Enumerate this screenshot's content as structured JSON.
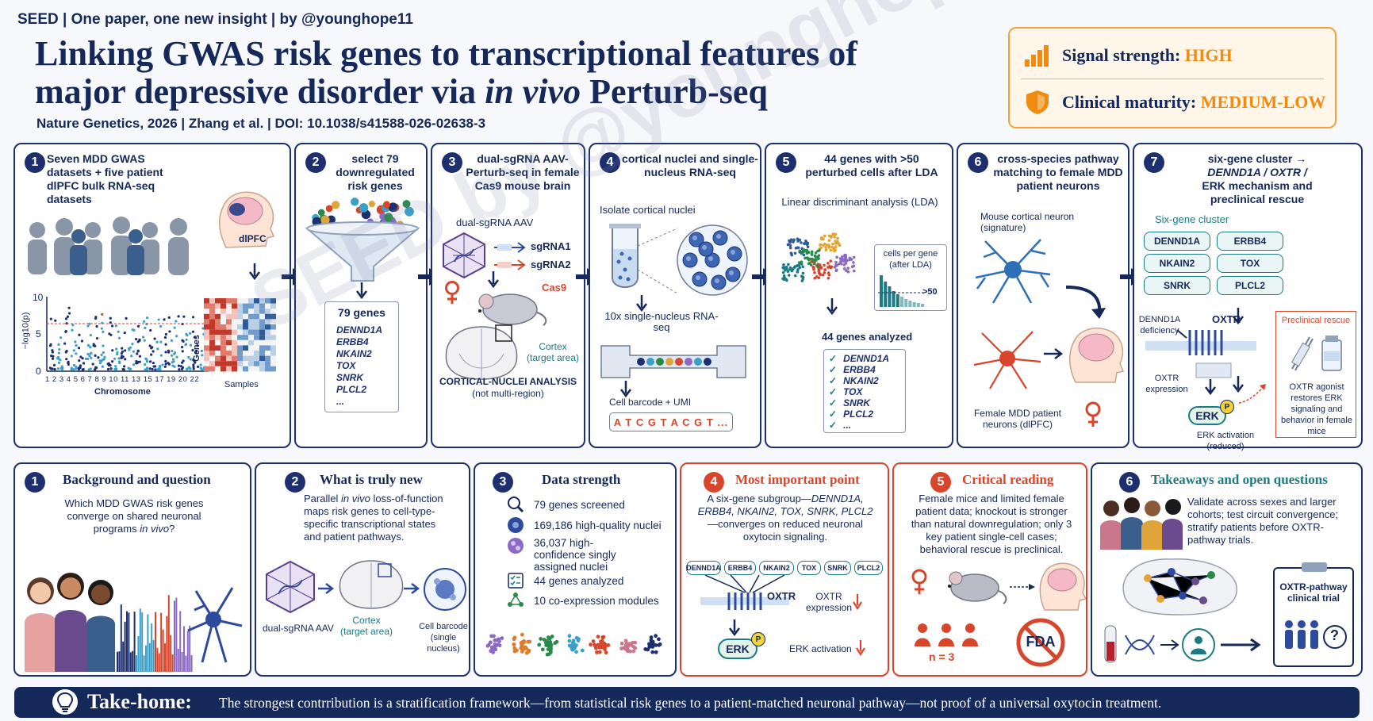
{
  "header": {
    "tag": "SEED | One paper, one new insight | by @younghope11",
    "title_line1": "Linking GWAS risk genes to transcriptional features of",
    "title_line2_pre": "major depressive disorder via ",
    "title_line2_ital": "in vivo",
    "title_line2_post": " Perturb-seq",
    "citation": "Nature Genetics, 2026  |  Zhang et al.  |  DOI: 10.1038/s41588-026-02638-3"
  },
  "signal": {
    "strength_label": "Signal strength: ",
    "strength_value": "HIGH",
    "maturity_label": "Clinical maturity: ",
    "maturity_value": "MEDIUM-LOW",
    "accent": "#f08a10"
  },
  "steps": [
    {
      "num": "1",
      "title": "Seven MDD GWAS datasets + five patient dlPFC bulk RNA-seq datasets",
      "labels": {
        "region": "dlPFC",
        "ylab": "−log10(p)",
        "xlab": "Chromosome",
        "genes": "Genes",
        "samples": "Samples",
        "y10": "10",
        "y5": "5",
        "y0": "0",
        "chroms": "1 2 3 4 5 6 7 8 9 10 11 13 15 17 19 20 22"
      }
    },
    {
      "num": "2",
      "title": "select 79 downregulated risk genes",
      "box_title": "79 genes",
      "genes": [
        "DENND1A",
        "ERBB4",
        "NKAIN2",
        "TOX",
        "SNRK",
        "PLCL2",
        "..."
      ]
    },
    {
      "num": "3",
      "title": "dual-sgRNA AAV-Perturb-seq in female Cas9 mouse brain",
      "aav": "dual-sgRNA AAV",
      "sg1": "sgRNA1",
      "sg2": "sgRNA2",
      "cas9": "Cas9",
      "cortex": "Cortex",
      "target": "(target area)",
      "analysis": "CORTICAL-NUCLEI ANALYSIS",
      "analysis_sub": "(not multi-region)"
    },
    {
      "num": "4",
      "title": "cortical nuclei and single-nucleus RNA-seq",
      "isolate": "Isolate cortical nuclei",
      "tenx": "10x single-nucleus RNA-seq",
      "barcode": "Cell barcode + UMI",
      "seq": "A T C G T A C G T ..."
    },
    {
      "num": "5",
      "title": "44 genes with >50 perturbed cells after LDA",
      "lda": "Linear discriminant analysis (LDA)",
      "cells": "cells per gene (after LDA)",
      "gt50": ">50",
      "analyzed": "44 genes analyzed",
      "genes": [
        "DENND1A",
        "ERBB4",
        "NKAIN2",
        "TOX",
        "SNRK",
        "PLCL2",
        "..."
      ]
    },
    {
      "num": "6",
      "title": "cross-species pathway matching to female MDD patient neurons",
      "mouse": "Mouse cortical neuron (signature)",
      "female": "Female MDD patient neurons (dlPFC)"
    },
    {
      "num": "7",
      "title_pre": "six-gene cluster →",
      "title_ital": "DENND1A / OXTR /",
      "title_post": "ERK mechanism and preclinical rescue",
      "cluster": "Six-gene cluster",
      "chips": [
        "DENND1A",
        "ERBB4",
        "NKAIN2",
        "TOX",
        "SNRK",
        "PLCL2"
      ],
      "deficiency": "DENND1A deficiency",
      "oxtr": "OXTR",
      "expression": "OXTR expression",
      "erk": "ERK",
      "p": "P",
      "activation": "ERK activation (reduced)",
      "rescue_title": "Preclinical rescue",
      "rescue_text": "OXTR agonist restores ERK signaling and behavior in female mice"
    }
  ],
  "bottom": [
    {
      "num": "1",
      "title": "Background and question",
      "text_pre": "Which MDD GWAS risk genes converge on shared neuronal programs ",
      "text_ital": "in vivo",
      "text_post": "?"
    },
    {
      "num": "2",
      "title": "What is truly new",
      "text_pre": "Parallel ",
      "text_ital": "in vivo",
      "text_post": " loss-of-function maps risk genes to cell-type-specific transcriptional states and patient pathways.",
      "aav": "dual-sgRNA AAV",
      "cortex": "Cortex",
      "target": "(target area)",
      "barcode": "Cell barcode (single nucleus)"
    },
    {
      "num": "3",
      "title": "Data strength",
      "rows": [
        "79 genes screened",
        "169,186 high-quality nuclei",
        "36,037 high-confidence singly assigned nuclei",
        "44 genes analyzed",
        "10 co-expression modules"
      ]
    },
    {
      "num": "4",
      "title": "Most important point",
      "text_pre": "A six-gene subgroup—",
      "text_ital": "DENND1A, ERBB4, NKAIN2, TOX, SNRK, PLCL2",
      "text_post": "—converges on reduced neuronal oxytocin signaling.",
      "chips": [
        "DENND1A",
        "ERBB4",
        "NKAIN2",
        "TOX",
        "SNRK",
        "PLCL2"
      ],
      "oxtr": "OXTR",
      "expression": "OXTR expression",
      "erk": "ERK",
      "p": "P",
      "activation": "ERK activation"
    },
    {
      "num": "5",
      "title": "Critical reading",
      "text": "Female mice and limited female patient data; knockout is stronger than natural downregulation; only 3 key patient single-cell cases; behavioral rescue is preclinical.",
      "n": "n = 3",
      "fda": "FDA"
    },
    {
      "num": "6",
      "title": "Takeaways and open questions",
      "text": "Validate across sexes and larger cohorts; test circuit convergence; stratify patients before OXTR-pathway trials.",
      "trial": "OXTR-pathway clinical trial",
      "q": "?"
    }
  ],
  "footer": {
    "label": "Take-home:",
    "text": "The strongest contrribution is a stratification framework—from statistical risk genes to a patient-matched neuronal pathway—not proof of a universal oxytocin treatment."
  },
  "watermark": "SEED by @younghope11"
}
